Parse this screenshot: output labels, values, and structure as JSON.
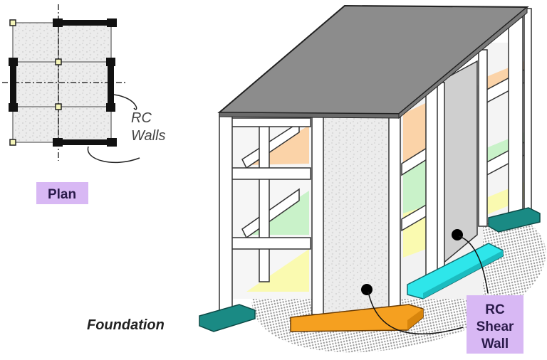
{
  "plan": {
    "title": "Plan",
    "wall_label_line1": "RC",
    "wall_label_line2": "Walls"
  },
  "building": {
    "foundation_label": "Foundation",
    "shear_wall_label_line1": "RC",
    "shear_wall_label_line2": "Shear",
    "shear_wall_label_line3": "Wall"
  },
  "colors": {
    "roof": "#8c8c8c",
    "floor_orange": "#fbd3a8",
    "floor_green": "#c9f2c9",
    "floor_yellow": "#fafab0",
    "footing_teal": "#1a8a84",
    "footing_cyan": "#2ee6ea",
    "footing_orange": "#f5a020",
    "label_bg": "#d8b8f4",
    "ground": "#bdbdbd"
  }
}
